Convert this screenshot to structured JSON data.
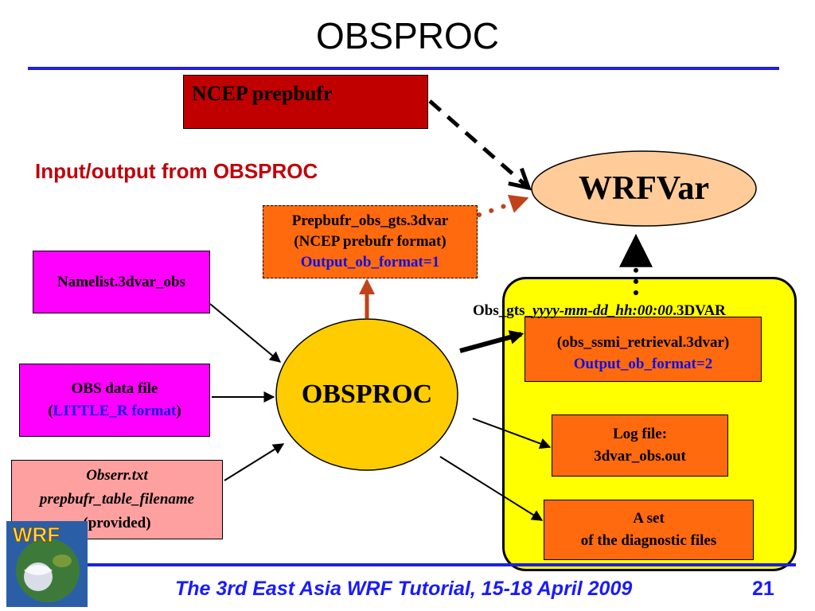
{
  "title": "OBSPROC",
  "io_heading": "Input/output from OBSPROC",
  "ncep": {
    "label": "NCEP prepbufr"
  },
  "wrfvar": {
    "label": "WRFVar"
  },
  "obsproc": {
    "label": "OBSPROC"
  },
  "prepbufr_output": {
    "line1": "Prepbufr_obs_gts.3dvar",
    "line2": "(NCEP prebufr format)",
    "line3": "Output_ob_format=1"
  },
  "namelist": {
    "label": "Namelist.3dvar_obs"
  },
  "obs_data_file": {
    "line1": "OBS data file",
    "line2_open": "(",
    "line2_mid": "LITTLE_R format",
    "line2_close": ")"
  },
  "obserr": {
    "line1": "Obserr.txt",
    "line2": "prepbufr_table_filename",
    "line3": "(provided)"
  },
  "obs_gts_output": {
    "caption_prefix": "Obs_gts_",
    "caption_italic": "yyyy-mm-dd_hh:00:00",
    "caption_suffix": ".3DVAR",
    "line2": "(obs_ssmi_retrieval.3dvar)",
    "line3": "Output_ob_format=2"
  },
  "log_file": {
    "line1": "Log file:",
    "line2": "3dvar_obs.out"
  },
  "diagnostic_files": {
    "line1": "A set",
    "line2": "of the diagnostic files"
  },
  "logo": {
    "text": "WRF"
  },
  "footer": {
    "text": "The 3rd East Asia WRF Tutorial, 15-18 April 2009",
    "page_number": "21"
  },
  "colors": {
    "title_rule": "#1f1fe0",
    "heading_red": "#c0000a",
    "ncep_box": "#c00000",
    "output_orange": "#ff6a0e",
    "magenta": "#ff00ff",
    "pink": "#ffa0a0",
    "yellow_region": "#ffff00",
    "wrfvar_fill": "#ffcc99",
    "obsproc_fill": "#ffcc00",
    "output_arrow": "#c0431b",
    "footer_blue": "#1a1aff"
  }
}
